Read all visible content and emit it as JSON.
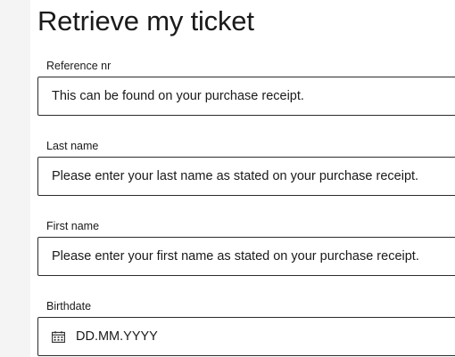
{
  "page": {
    "title": "Retrieve my ticket"
  },
  "form": {
    "reference": {
      "label": "Reference nr",
      "placeholder": "This can be found on your purchase receipt.",
      "value": ""
    },
    "last_name": {
      "label": "Last name",
      "placeholder": "Please enter your last name as stated on your purchase receipt.",
      "value": ""
    },
    "first_name": {
      "label": "First name",
      "placeholder": "Please enter your first name as stated on your purchase receipt.",
      "value": ""
    },
    "birthdate": {
      "label": "Birthdate",
      "placeholder": "DD.MM.YYYY",
      "value": "",
      "icon": "calendar-icon"
    }
  },
  "colors": {
    "text": "#1a1a1a",
    "border": "#2b2b2b",
    "background": "#ffffff",
    "gutter": "#f4f4f4"
  }
}
